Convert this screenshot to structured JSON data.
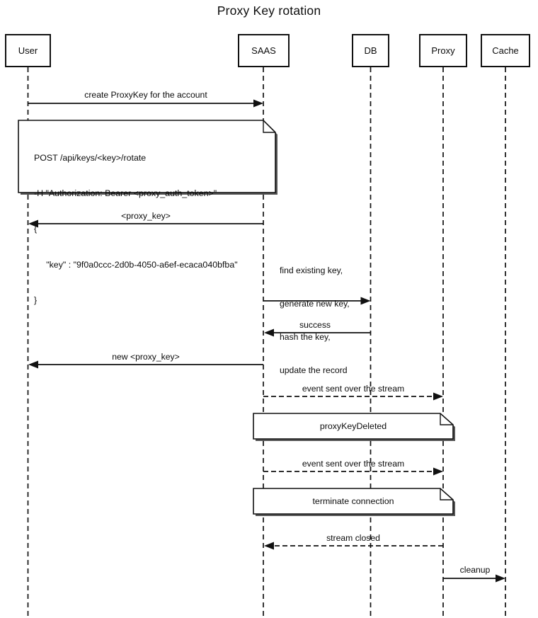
{
  "title": "Proxy Key rotation",
  "actors": [
    {
      "name": "User"
    },
    {
      "name": "SAAS"
    },
    {
      "name": "DB"
    },
    {
      "name": "Proxy"
    },
    {
      "name": "Cache"
    }
  ],
  "messages": [
    {
      "from": "User",
      "to": "SAAS",
      "line": "solid",
      "label": "create ProxyKey for the account"
    },
    {
      "from": "SAAS",
      "to": "User",
      "line": "solid",
      "label": "<proxy_key>"
    },
    {
      "from": "SAAS",
      "to": "DB",
      "line": "solid",
      "label_lines": [
        "find existing key,",
        "generate new key,",
        "hash the key,",
        "update the record"
      ]
    },
    {
      "from": "DB",
      "to": "SAAS",
      "line": "solid",
      "label": "success"
    },
    {
      "from": "SAAS",
      "to": "User",
      "line": "solid",
      "label": "new <proxy_key>"
    },
    {
      "from": "SAAS",
      "to": "Proxy",
      "line": "dashed",
      "label": "event sent over the stream"
    },
    {
      "from": "SAAS",
      "to": "Proxy",
      "line": "dashed",
      "label": "event sent over the stream"
    },
    {
      "from": "Proxy",
      "to": "SAAS",
      "line": "dashed",
      "label": "stream closed"
    },
    {
      "from": "Proxy",
      "to": "Cache",
      "line": "solid",
      "label": "cleanup"
    }
  ],
  "notes": [
    {
      "over": "User,SAAS",
      "lines": [
        "POST /api/keys/<key>/rotate",
        "-H \"Authorization: Bearer <proxy_auth_token>\"",
        "{",
        "     \"key\" : \"9f0a0ccc-2d0b-4050-a6ef-ecaca040bfba\"",
        "}"
      ]
    },
    {
      "over": "SAAS,Proxy",
      "label": "proxyKeyDeleted"
    },
    {
      "over": "SAAS,Proxy",
      "label": "terminate connection"
    }
  ],
  "colors": {
    "line": "#111111",
    "note_shadow": "#555555",
    "background": "#ffffff"
  }
}
